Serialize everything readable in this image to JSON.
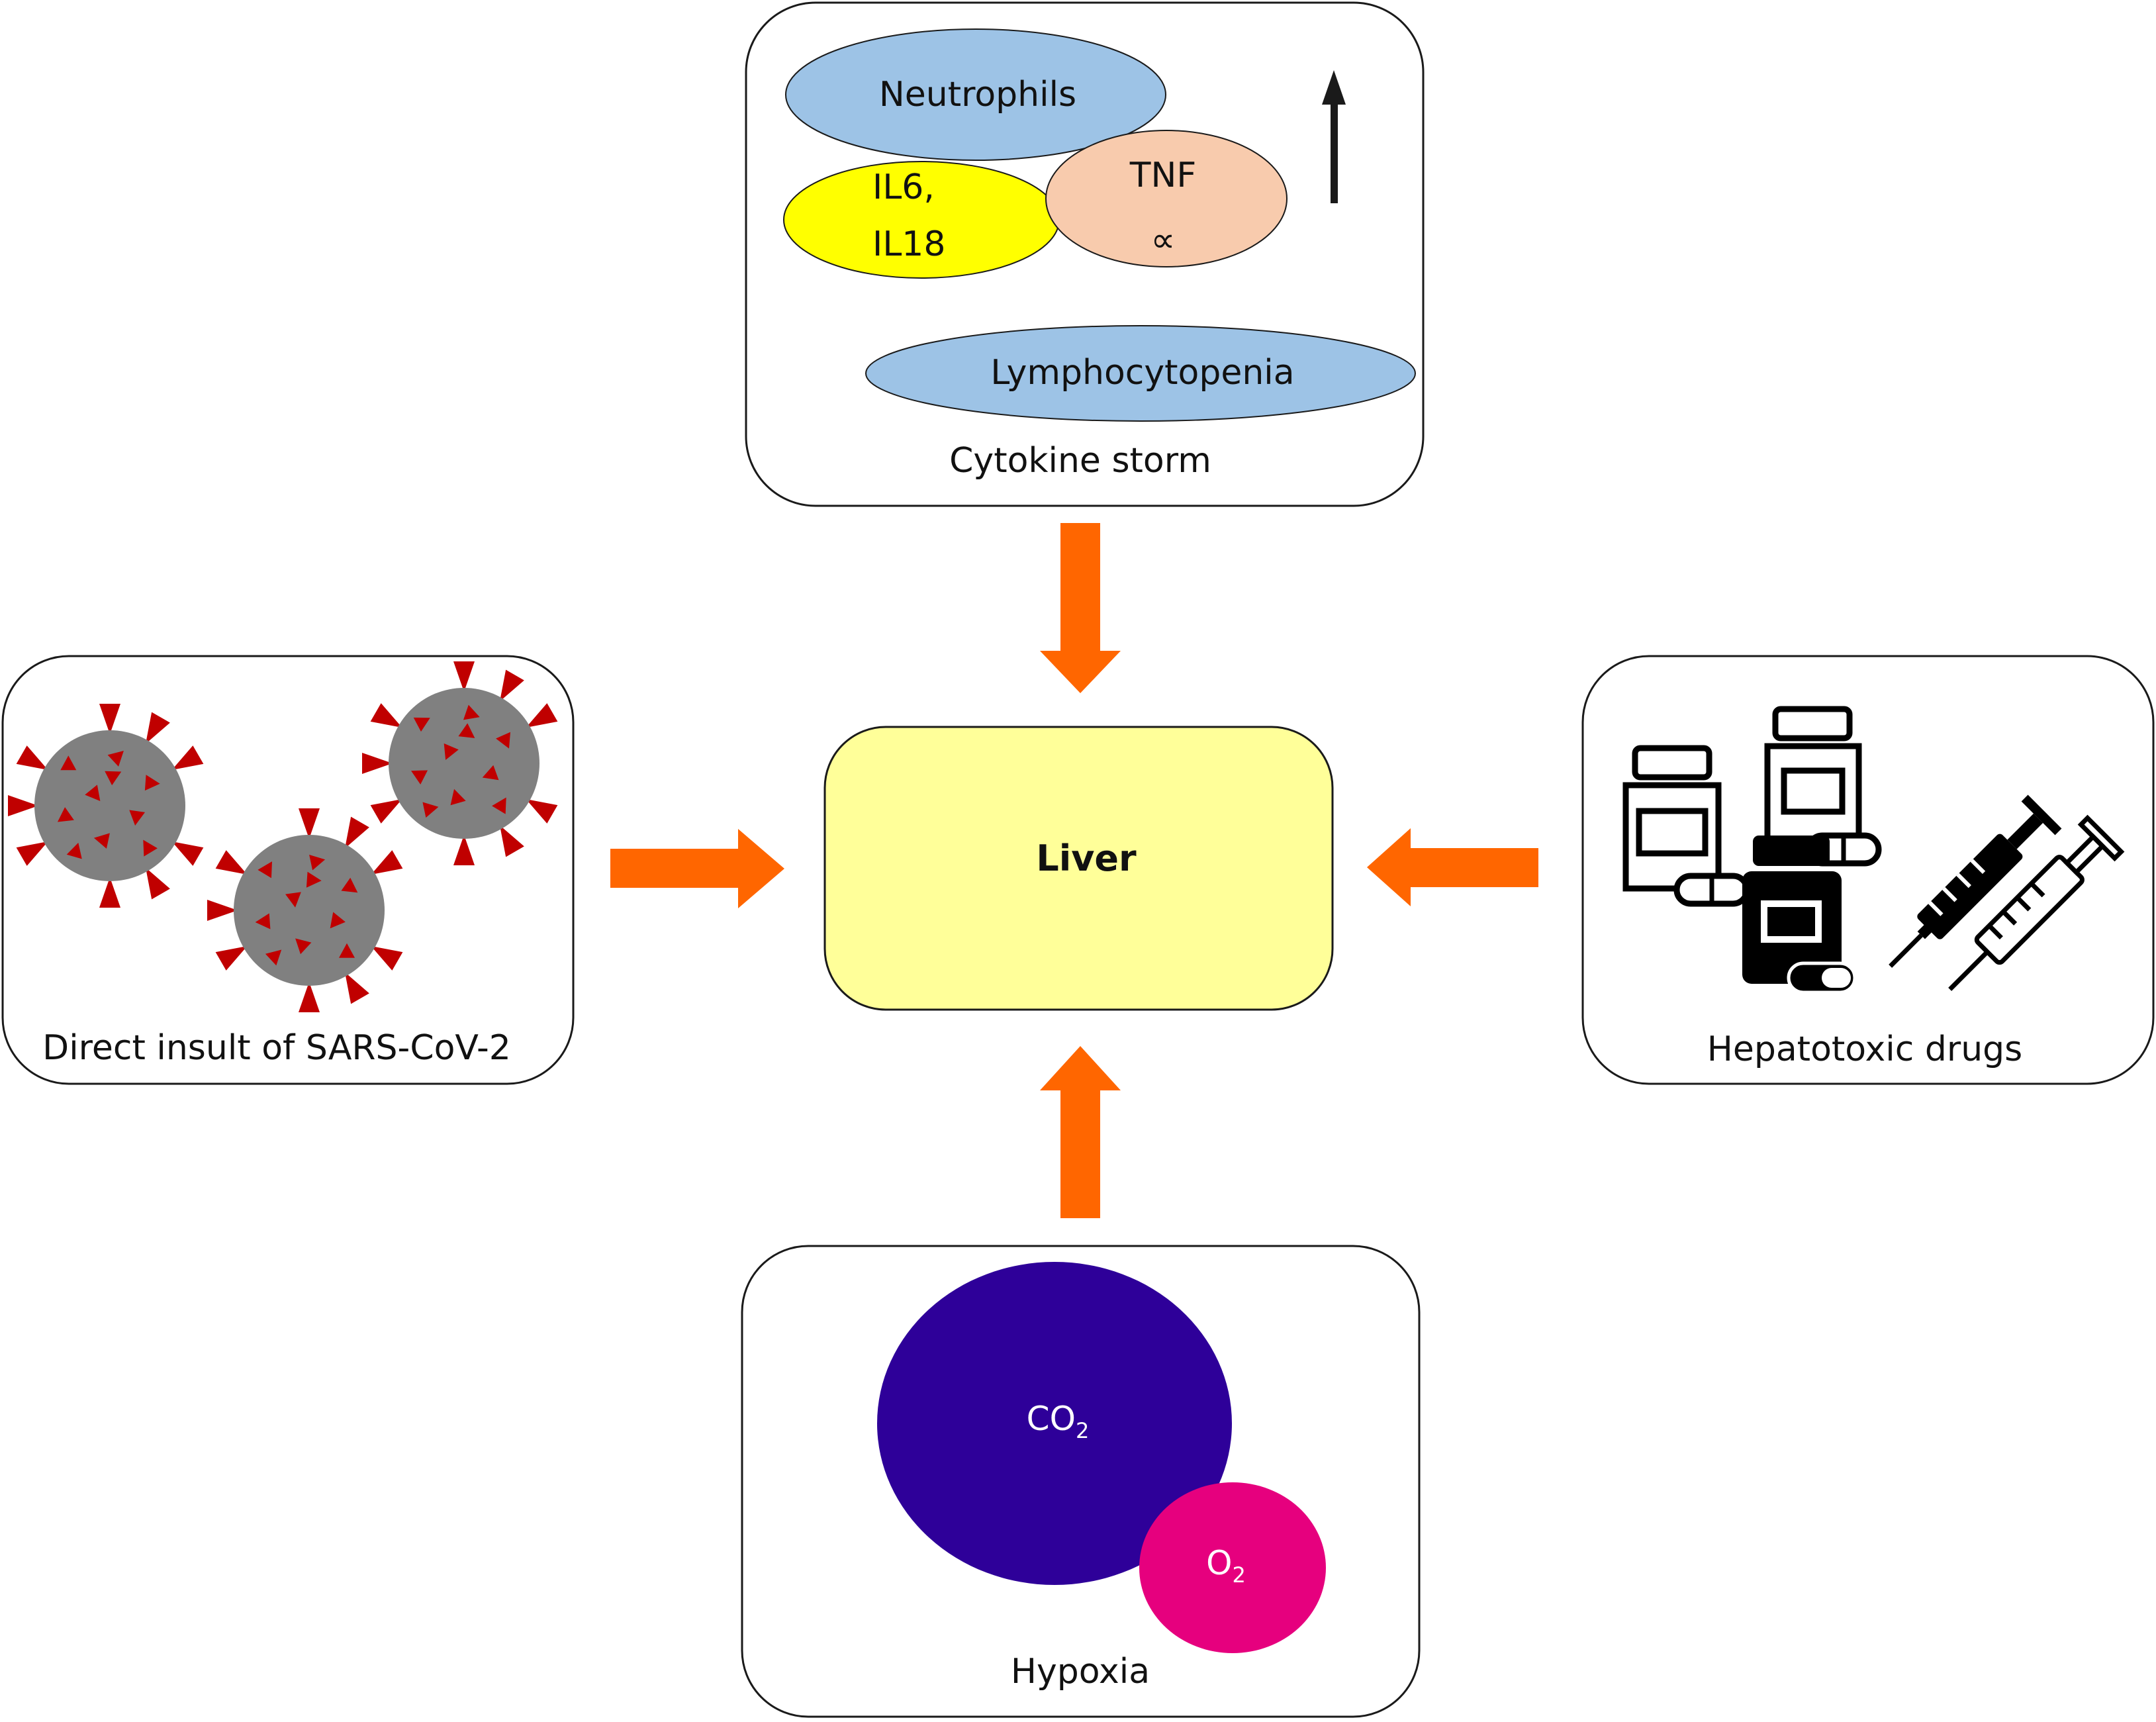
{
  "colors": {
    "arrow": "#ff6600",
    "liver_fill": "#ffff99",
    "neutrophils_fill": "#9dc3e6",
    "lymphocytopenia_fill": "#9dc3e6",
    "il_fill": "#ffff00",
    "tnf_fill": "#f8cbad",
    "co2_fill": "#2e0099",
    "o2_fill": "#e6007e",
    "virus_body": "#808080",
    "virus_spike": "#c00000"
  },
  "center": {
    "label": "Liver"
  },
  "cytokine_storm": {
    "caption": "Cytokine storm",
    "neutrophils": "Neutrophils",
    "il_line1": "IL6,",
    "il_line2": "IL18",
    "tnf_line1": "TNF",
    "tnf_line2": "∝",
    "lymphocytopenia": "Lymphocytopenia",
    "trend_icon": "up-arrow-icon"
  },
  "virus": {
    "caption": "Direct insult of SARS-CoV-2",
    "icon": "virus-icon"
  },
  "drugs": {
    "caption": "Hepatotoxic drugs",
    "icons": [
      "pill-bottle-icon",
      "pill-bottle-icon",
      "pill-bottle-icon",
      "capsule-icon",
      "syringe-icon",
      "syringe-icon"
    ]
  },
  "hypoxia": {
    "caption": "Hypoxia",
    "co2_base": "CO",
    "co2_sub": "2",
    "o2_base": "O",
    "o2_sub": "2"
  }
}
